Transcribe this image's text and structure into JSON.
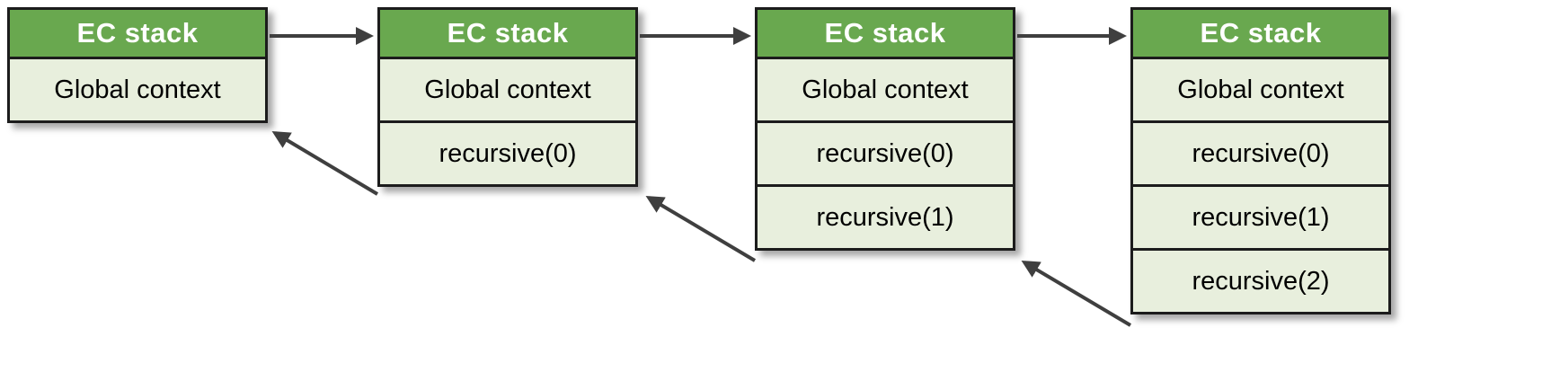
{
  "diagram": {
    "stacks": [
      {
        "title": "EC stack",
        "frames": [
          "Global context"
        ]
      },
      {
        "title": "EC stack",
        "frames": [
          "Global context",
          "recursive(0)"
        ]
      },
      {
        "title": "EC stack",
        "frames": [
          "Global context",
          "recursive(0)",
          "recursive(1)"
        ]
      },
      {
        "title": "EC stack",
        "frames": [
          "Global context",
          "recursive(0)",
          "recursive(1)",
          "recursive(2)"
        ]
      }
    ],
    "colors": {
      "header": "#69a84f",
      "row_bg": "#e8efdd",
      "border": "#1c1c1c",
      "arrow": "#3f3f3f",
      "page_bg": "#ffffff"
    }
  }
}
